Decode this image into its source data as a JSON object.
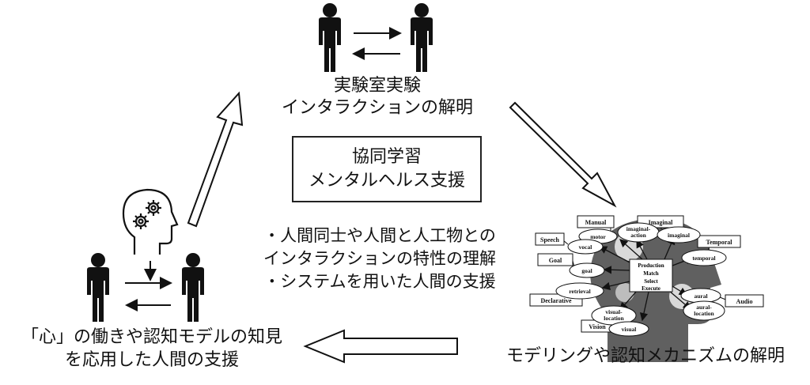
{
  "top": {
    "line1": "実験室実験",
    "line2": "インタラクションの解明"
  },
  "center_box": {
    "line1": "協同学習",
    "line2": "メンタルヘルス支援"
  },
  "center_list": [
    "・人間同士や人間と人工物との",
    "インタラクションの特性の理解",
    "・システムを用いた人間の支援"
  ],
  "left": {
    "line1": "「心」の働きや認知モデルの知見",
    "line2": "を応用した人間の支援"
  },
  "right": {
    "caption": "モデリングや認知メカニズムの解明"
  },
  "model": {
    "core": [
      "Production",
      "Match",
      "Select",
      "Execute"
    ],
    "buffers": {
      "imaginal_action": "imaginal-\naction",
      "motor": "motor",
      "imaginal": "imaginal",
      "vocal": "vocal",
      "goal": "goal",
      "retrieval": "retrieval",
      "visual_location": "visual-\nlocation",
      "visual": "visual",
      "temporal": "temporal",
      "aural": "aural",
      "aural_location": "aural-\nlocation"
    },
    "modules": {
      "manual": "Manual",
      "imaginal": "Imaginal",
      "speech": "Speech",
      "goal": "Goal",
      "declarative": "Declarative",
      "vision": "Vision",
      "temporal": "Temporal",
      "audio": "Audio"
    }
  }
}
